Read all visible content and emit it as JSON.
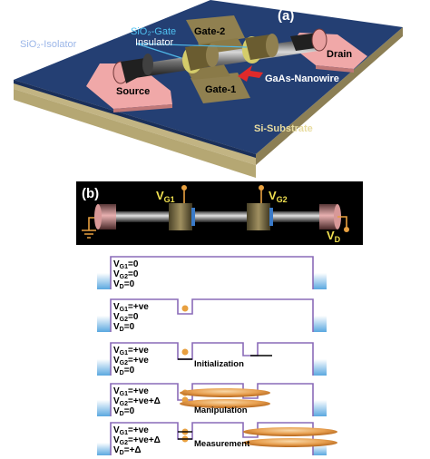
{
  "panel_a": {
    "tag": "(a)",
    "isolator_label": "SiO₂-Isolator",
    "substrate_label": "Si-Substrate",
    "gate_insulator_label_1": "SiO₂-Gate",
    "gate_insulator_label_2": "Insulator",
    "gate2_label": "Gate-2",
    "gate1_label": "Gate-1",
    "source_label": "Source",
    "drain_label": "Drain",
    "nanowire_label": "GaAs-Nanowire"
  },
  "panel_b": {
    "tag": "(b)",
    "vg1_label": "V",
    "vg1_sub": "G1",
    "vg2_label": "V",
    "vg2_sub": "G2",
    "vd_label": "V",
    "vd_sub": "D"
  },
  "stages": [
    {
      "lines": [
        "VG1=0",
        "VG2=0",
        "VD=0"
      ],
      "caption": ""
    },
    {
      "lines": [
        "VG1=+ve",
        "VG2=0",
        "VD=0"
      ],
      "caption": ""
    },
    {
      "lines": [
        "VG1=+ve",
        "VG2=+ve",
        "VD=0"
      ],
      "caption": "Initialization"
    },
    {
      "lines": [
        "VG1=+ve",
        "VG2=+ve+Δ",
        "VD=0"
      ],
      "caption": "Manipulation"
    },
    {
      "lines": [
        "VG1=+ve",
        "VG2=+ve+Δ",
        "VD=+Δ"
      ],
      "caption": "Measurement"
    }
  ],
  "colors": {
    "isolator": "#243f73",
    "substrate": "#c2b483",
    "pad": "#f0a8a8",
    "gate": "#908050",
    "panel_b_bg": "#000000",
    "accent": "#e8a040",
    "potential": "#8a6bb8",
    "label_text": "#f0e050"
  }
}
